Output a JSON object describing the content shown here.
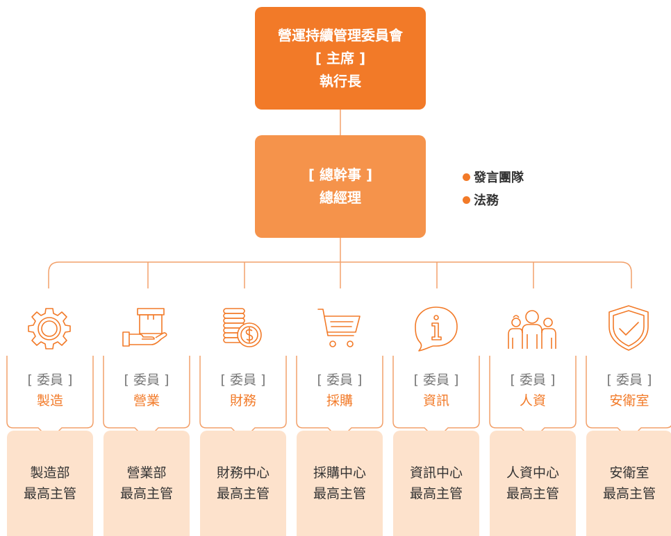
{
  "top": {
    "line1": "營運持續管理委員會",
    "line2": "[ 主席 ]",
    "line3": "執行長"
  },
  "middle": {
    "line1": "[ 總幹事 ]",
    "line2": "總經理"
  },
  "side_list": [
    "發言團隊",
    "法務"
  ],
  "members": [
    {
      "icon": "gear-icon",
      "role": "[ 委員 ]",
      "dept": "製造",
      "bottom1": "製造部",
      "bottom2": "最高主管"
    },
    {
      "icon": "box-in-hand-icon",
      "role": "[ 委員 ]",
      "dept": "營業",
      "bottom1": "營業部",
      "bottom2": "最高主管"
    },
    {
      "icon": "coins-icon",
      "role": "[ 委員 ]",
      "dept": "財務",
      "bottom1": "財務中心",
      "bottom2": "最高主管"
    },
    {
      "icon": "shopping-cart-icon",
      "role": "[ 委員 ]",
      "dept": "採購",
      "bottom1": "採購中心",
      "bottom2": "最高主管"
    },
    {
      "icon": "info-bubble-icon",
      "role": "[ 委員 ]",
      "dept": "資訊",
      "bottom1": "資訊中心",
      "bottom2": "最高主管"
    },
    {
      "icon": "people-icon",
      "role": "[ 委員 ]",
      "dept": "人資",
      "bottom1": "人資中心",
      "bottom2": "最高主管"
    },
    {
      "icon": "shield-check-icon",
      "role": "[ 委員 ]",
      "dept": "安衛室",
      "bottom1": "安衛室",
      "bottom2": "最高主管"
    }
  ],
  "colors": {
    "accent": "#f27a28",
    "accent_light": "#f5934b",
    "bottom_fill": "#fde2cc",
    "line": "#f2a06a"
  }
}
